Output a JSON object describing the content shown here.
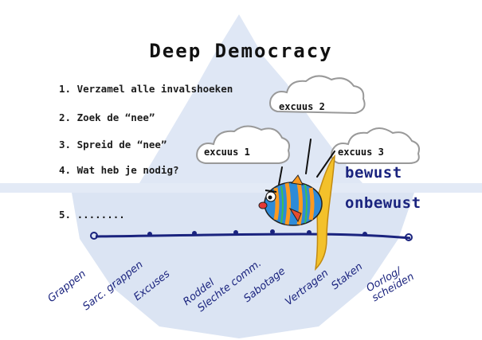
{
  "title": "Deep Democracy",
  "steps": [
    "1. Verzamel alle invalshoeken",
    "2. Zoek de “nee”",
    "3. Spreid de “nee”",
    "4. Wat heb je nodig?",
    "5. ........"
  ],
  "clouds": [
    "excuus 1",
    "excuus 2",
    "excuus 3"
  ],
  "levels": {
    "conscious": "bewust",
    "unconscious": "onbewust"
  },
  "scale": [
    "Grappen",
    "Sarc. grappen",
    "Excuses",
    "Roddel",
    "Slechte comm.",
    "Sabotage",
    "Vertragen",
    "Staken",
    "Oorlog/\nscheiden"
  ],
  "icons": [
    "iceberg",
    "fish",
    "cloud"
  ],
  "colors": {
    "iceberg": "#dde6f4",
    "ink": "#1a237e",
    "text": "#111111"
  }
}
